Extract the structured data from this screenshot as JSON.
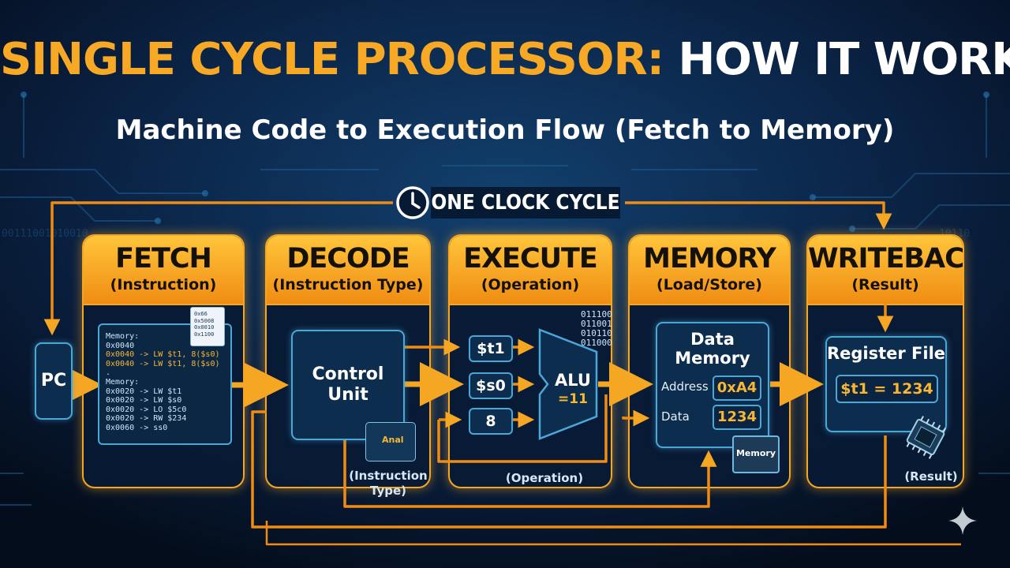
{
  "title": {
    "part1": "SINGLE CYCLE PROCESSOR:",
    "part2": "HOW IT WORKS"
  },
  "subtitle": "Machine Code to Execution Flow (Fetch to Memory)",
  "clock_label": "ONE CLOCK CYCLE",
  "stages": [
    {
      "title": "FETCH",
      "subtitle": "(Instruction)"
    },
    {
      "title": "DECODE",
      "subtitle": "(Instruction Type)"
    },
    {
      "title": "EXECUTE",
      "subtitle": "(Operation)"
    },
    {
      "title": "MEMORY",
      "subtitle": "(Load/Store)"
    },
    {
      "title": "WRITEBACK",
      "subtitle": "(Result)"
    }
  ],
  "pc_label": "PC",
  "fetch": {
    "file_icon_lines": [
      "0x66",
      "0x5008",
      "0x0010",
      "0x1100"
    ],
    "code_lines": [
      {
        "text": "Memory:",
        "hl": false
      },
      {
        "text": "0x0040",
        "hl": false
      },
      {
        "text": "0x0040 -> LW $t1, 8($s0)",
        "hl": true
      },
      {
        "text": "0x0040 -> LW $t1, 8($s0)",
        "hl": true
      },
      {
        "text": ".",
        "hl": false
      },
      {
        "text": "Memory:",
        "hl": false
      },
      {
        "text": "0x0020 -> LW $t1",
        "hl": false
      },
      {
        "text": "0x0020 -> LW $s0",
        "hl": false
      },
      {
        "text": "0x0020 -> LO $5c0",
        "hl": false
      },
      {
        "text": "0x0020 -> RW $234",
        "hl": false
      },
      {
        "text": "0x0060 -> ss0",
        "hl": false
      }
    ]
  },
  "decode": {
    "control_unit_label": "Control Unit",
    "anal_icon_label": "Anal",
    "instruction_type_label": "(Instruction Type)"
  },
  "execute": {
    "registers": [
      "$t1",
      "$s0",
      "8"
    ],
    "bits": [
      "011100",
      "011001",
      "010110",
      "011000"
    ],
    "alu_label": "ALU",
    "alu_value": "=11",
    "operation_label": "(Operation)"
  },
  "memory": {
    "title": "Data Memory",
    "address_label": "Address",
    "address_value": "0xA4",
    "data_label": "Data",
    "data_value": "1234",
    "chip_label": "Memory"
  },
  "writeback": {
    "register_file_title": "Register File",
    "register_value": "$t1 = 1234",
    "result_label": "(Result)"
  },
  "colors": {
    "accent": "#f5a623",
    "wire": "#f08c13",
    "panel": "#0c2d4e",
    "border": "#4aa8d8",
    "background": "#06142a"
  }
}
